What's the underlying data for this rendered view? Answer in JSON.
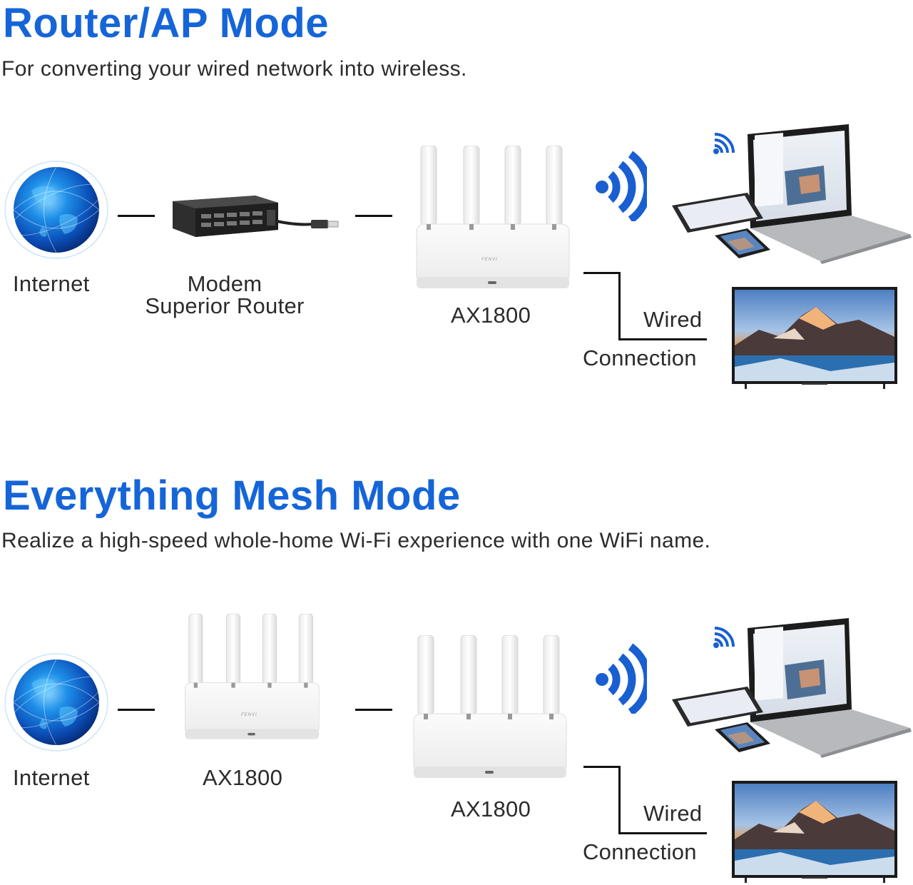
{
  "colors": {
    "accent": "#1565d8",
    "wifi": "#1a5fd1",
    "line": "#111111"
  },
  "section1": {
    "title": "Router/AP Mode",
    "subtitle": "For converting your wired network into wireless.",
    "labels": {
      "internet": "Internet",
      "modem_line1": "Modem",
      "modem_line2": "Superior Router",
      "router": "AX1800",
      "wired_line1": "Wired",
      "wired_line2": "Connection"
    },
    "router_brand": "FENVI",
    "icons": [
      "globe-icon",
      "modem-icon",
      "router-icon",
      "wifi-icon",
      "laptop-icon",
      "tablet-icon",
      "phone-icon",
      "tv-icon"
    ]
  },
  "section2": {
    "title": "Everything Mesh Mode",
    "subtitle": "Realize a high-speed whole-home Wi-Fi experience with one WiFi name.",
    "labels": {
      "internet": "Internet",
      "router_main": "AX1800",
      "router_node": "AX1800",
      "wired_line1": "Wired",
      "wired_line2": "Connection"
    },
    "router_brand": "FENVI",
    "icons": [
      "globe-icon",
      "router-icon",
      "router-icon",
      "wifi-icon",
      "laptop-icon",
      "tablet-icon",
      "phone-icon",
      "tv-icon"
    ]
  }
}
